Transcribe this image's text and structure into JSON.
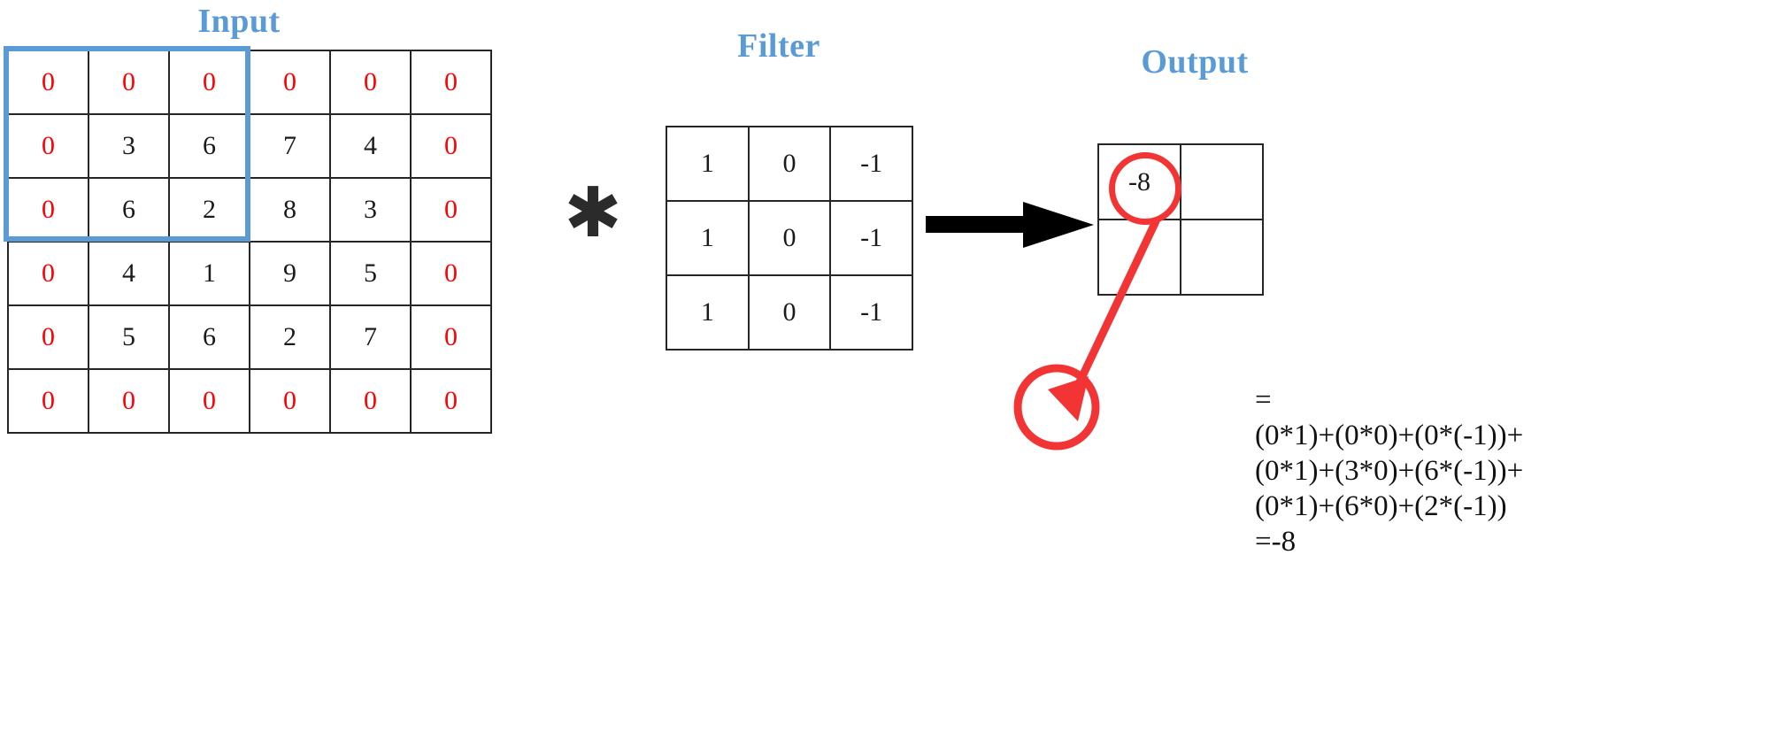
{
  "titles": {
    "input": "Input",
    "filter": "Filter",
    "output": "Output"
  },
  "colors": {
    "title_blue": "#5b9bd5",
    "padding_red": "#ff0000",
    "annotation_red": "#f23434",
    "grid_black": "#262626",
    "text_black": "#1a1a1a"
  },
  "operator": {
    "symbol": "✱",
    "name": "convolution-operator"
  },
  "chart_data": {
    "type": "table",
    "title": "Convolution with zero padding: Input * Filter = Output",
    "input": {
      "label": "Input",
      "rows": 6,
      "cols": 6,
      "values": [
        [
          0,
          0,
          0,
          0,
          0,
          0
        ],
        [
          0,
          3,
          6,
          7,
          4,
          0
        ],
        [
          0,
          6,
          2,
          8,
          3,
          0
        ],
        [
          0,
          4,
          1,
          9,
          5,
          0
        ],
        [
          0,
          5,
          6,
          2,
          7,
          0
        ],
        [
          0,
          0,
          0,
          0,
          0,
          0
        ]
      ],
      "padding_mask": [
        [
          true,
          true,
          true,
          true,
          true,
          true
        ],
        [
          true,
          false,
          false,
          false,
          false,
          true
        ],
        [
          true,
          false,
          false,
          false,
          false,
          true
        ],
        [
          true,
          false,
          false,
          false,
          false,
          true
        ],
        [
          true,
          false,
          false,
          false,
          false,
          true
        ],
        [
          true,
          true,
          true,
          true,
          true,
          true
        ]
      ],
      "receptive_field": {
        "row_start": 0,
        "col_start": 0,
        "rows": 3,
        "cols": 3,
        "color": "#5b9bd5"
      }
    },
    "filter": {
      "label": "Filter",
      "rows": 3,
      "cols": 3,
      "values": [
        [
          1,
          0,
          -1
        ],
        [
          1,
          0,
          -1
        ],
        [
          1,
          0,
          -1
        ]
      ]
    },
    "output": {
      "label": "Output",
      "rows": 2,
      "cols": 2,
      "values": [
        [
          "-8",
          ""
        ],
        [
          "",
          ""
        ]
      ],
      "highlighted_cell": {
        "row": 0,
        "col": 0,
        "value": "-8"
      }
    }
  },
  "equation": {
    "lines": [
      "=",
      "(0*1)+(0*0)+(0*(-1))+",
      "(0*1)+(3*0)+(6*(-1))+",
      "(0*1)+(6*0)+(2*(-1))",
      "=-8"
    ]
  }
}
